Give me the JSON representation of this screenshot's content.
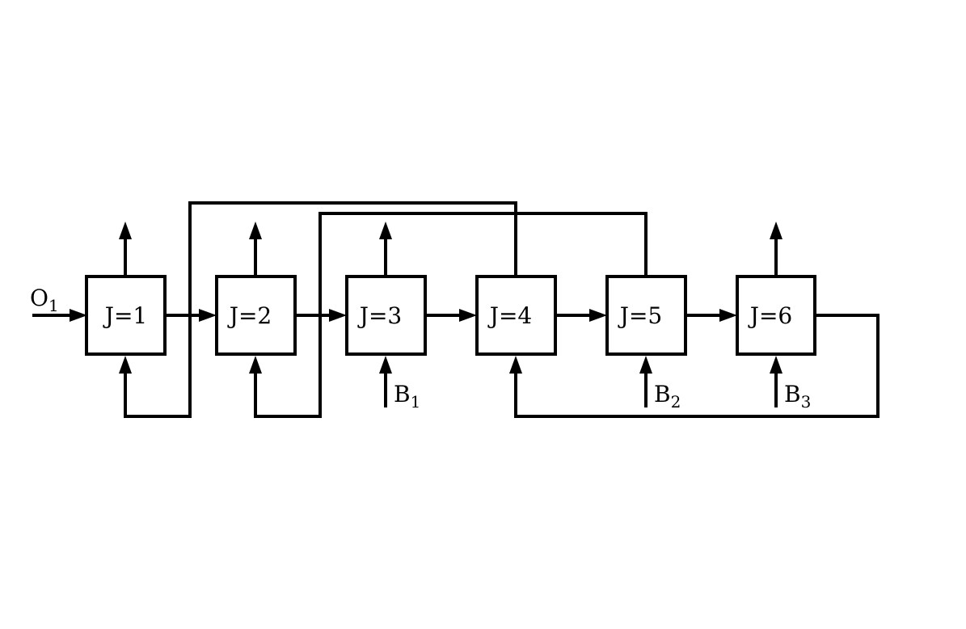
{
  "blocks": [
    {
      "label": "J=1"
    },
    {
      "label": "J=2"
    },
    {
      "label": "J=3"
    },
    {
      "label": "J=4"
    },
    {
      "label": "J=5"
    },
    {
      "label": "J=6"
    }
  ],
  "inputs": {
    "o1": {
      "base": "O",
      "sub": "1"
    },
    "b1": {
      "base": "B",
      "sub": "1"
    },
    "b2": {
      "base": "B",
      "sub": "2"
    },
    "b3": {
      "base": "B",
      "sub": "3"
    }
  }
}
